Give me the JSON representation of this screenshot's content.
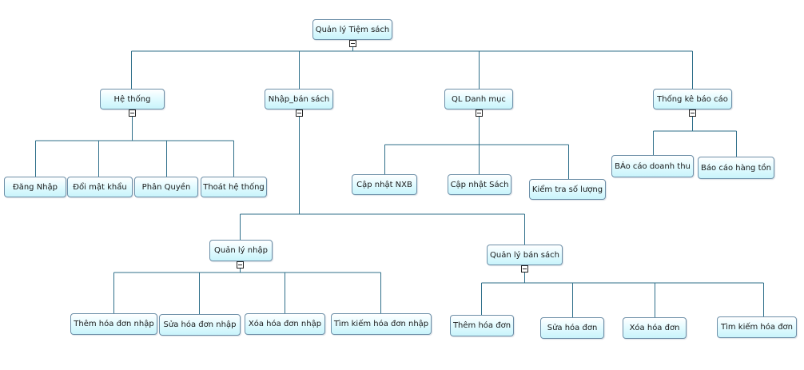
{
  "diagram": {
    "line_color": "#2f6f8a",
    "node_border_color": "#6d8fa8",
    "node_fill_color": "#d2f6fc",
    "root": {
      "label": "Quản lý Tiệm sách"
    },
    "branches": {
      "he_thong": {
        "label": "Hệ thống",
        "children": [
          "Đăng Nhập",
          "Đổi mật khẩu",
          "Phân Quyền",
          "Thoát hệ thống"
        ]
      },
      "nhap_ban_sach": {
        "label": "Nhập_bán sách",
        "quan_ly_nhap": {
          "label": "Quản lý nhập",
          "children": [
            "Thêm hóa đơn nhập",
            "Sửa hóa đơn nhập",
            "Xóa hóa đơn nhập",
            "Tìm kiếm hóa đơn nhập"
          ]
        },
        "quan_ly_ban": {
          "label": "Quản lý bán sách",
          "children": [
            "Thêm hóa đơn",
            "Sửa hóa đơn",
            "Xóa hóa đơn",
            "Tìm kiếm hóa đơn"
          ]
        }
      },
      "ql_danh_muc": {
        "label": "QL Danh mục",
        "children": [
          "Cập nhật NXB",
          "Cập nhật Sách",
          "Kiểm tra số lượng"
        ]
      },
      "thong_ke": {
        "label": "Thống kê  báo cáo",
        "children": [
          "BÁo cáo doanh thu",
          "Báo cáo hàng tồn"
        ]
      }
    }
  }
}
